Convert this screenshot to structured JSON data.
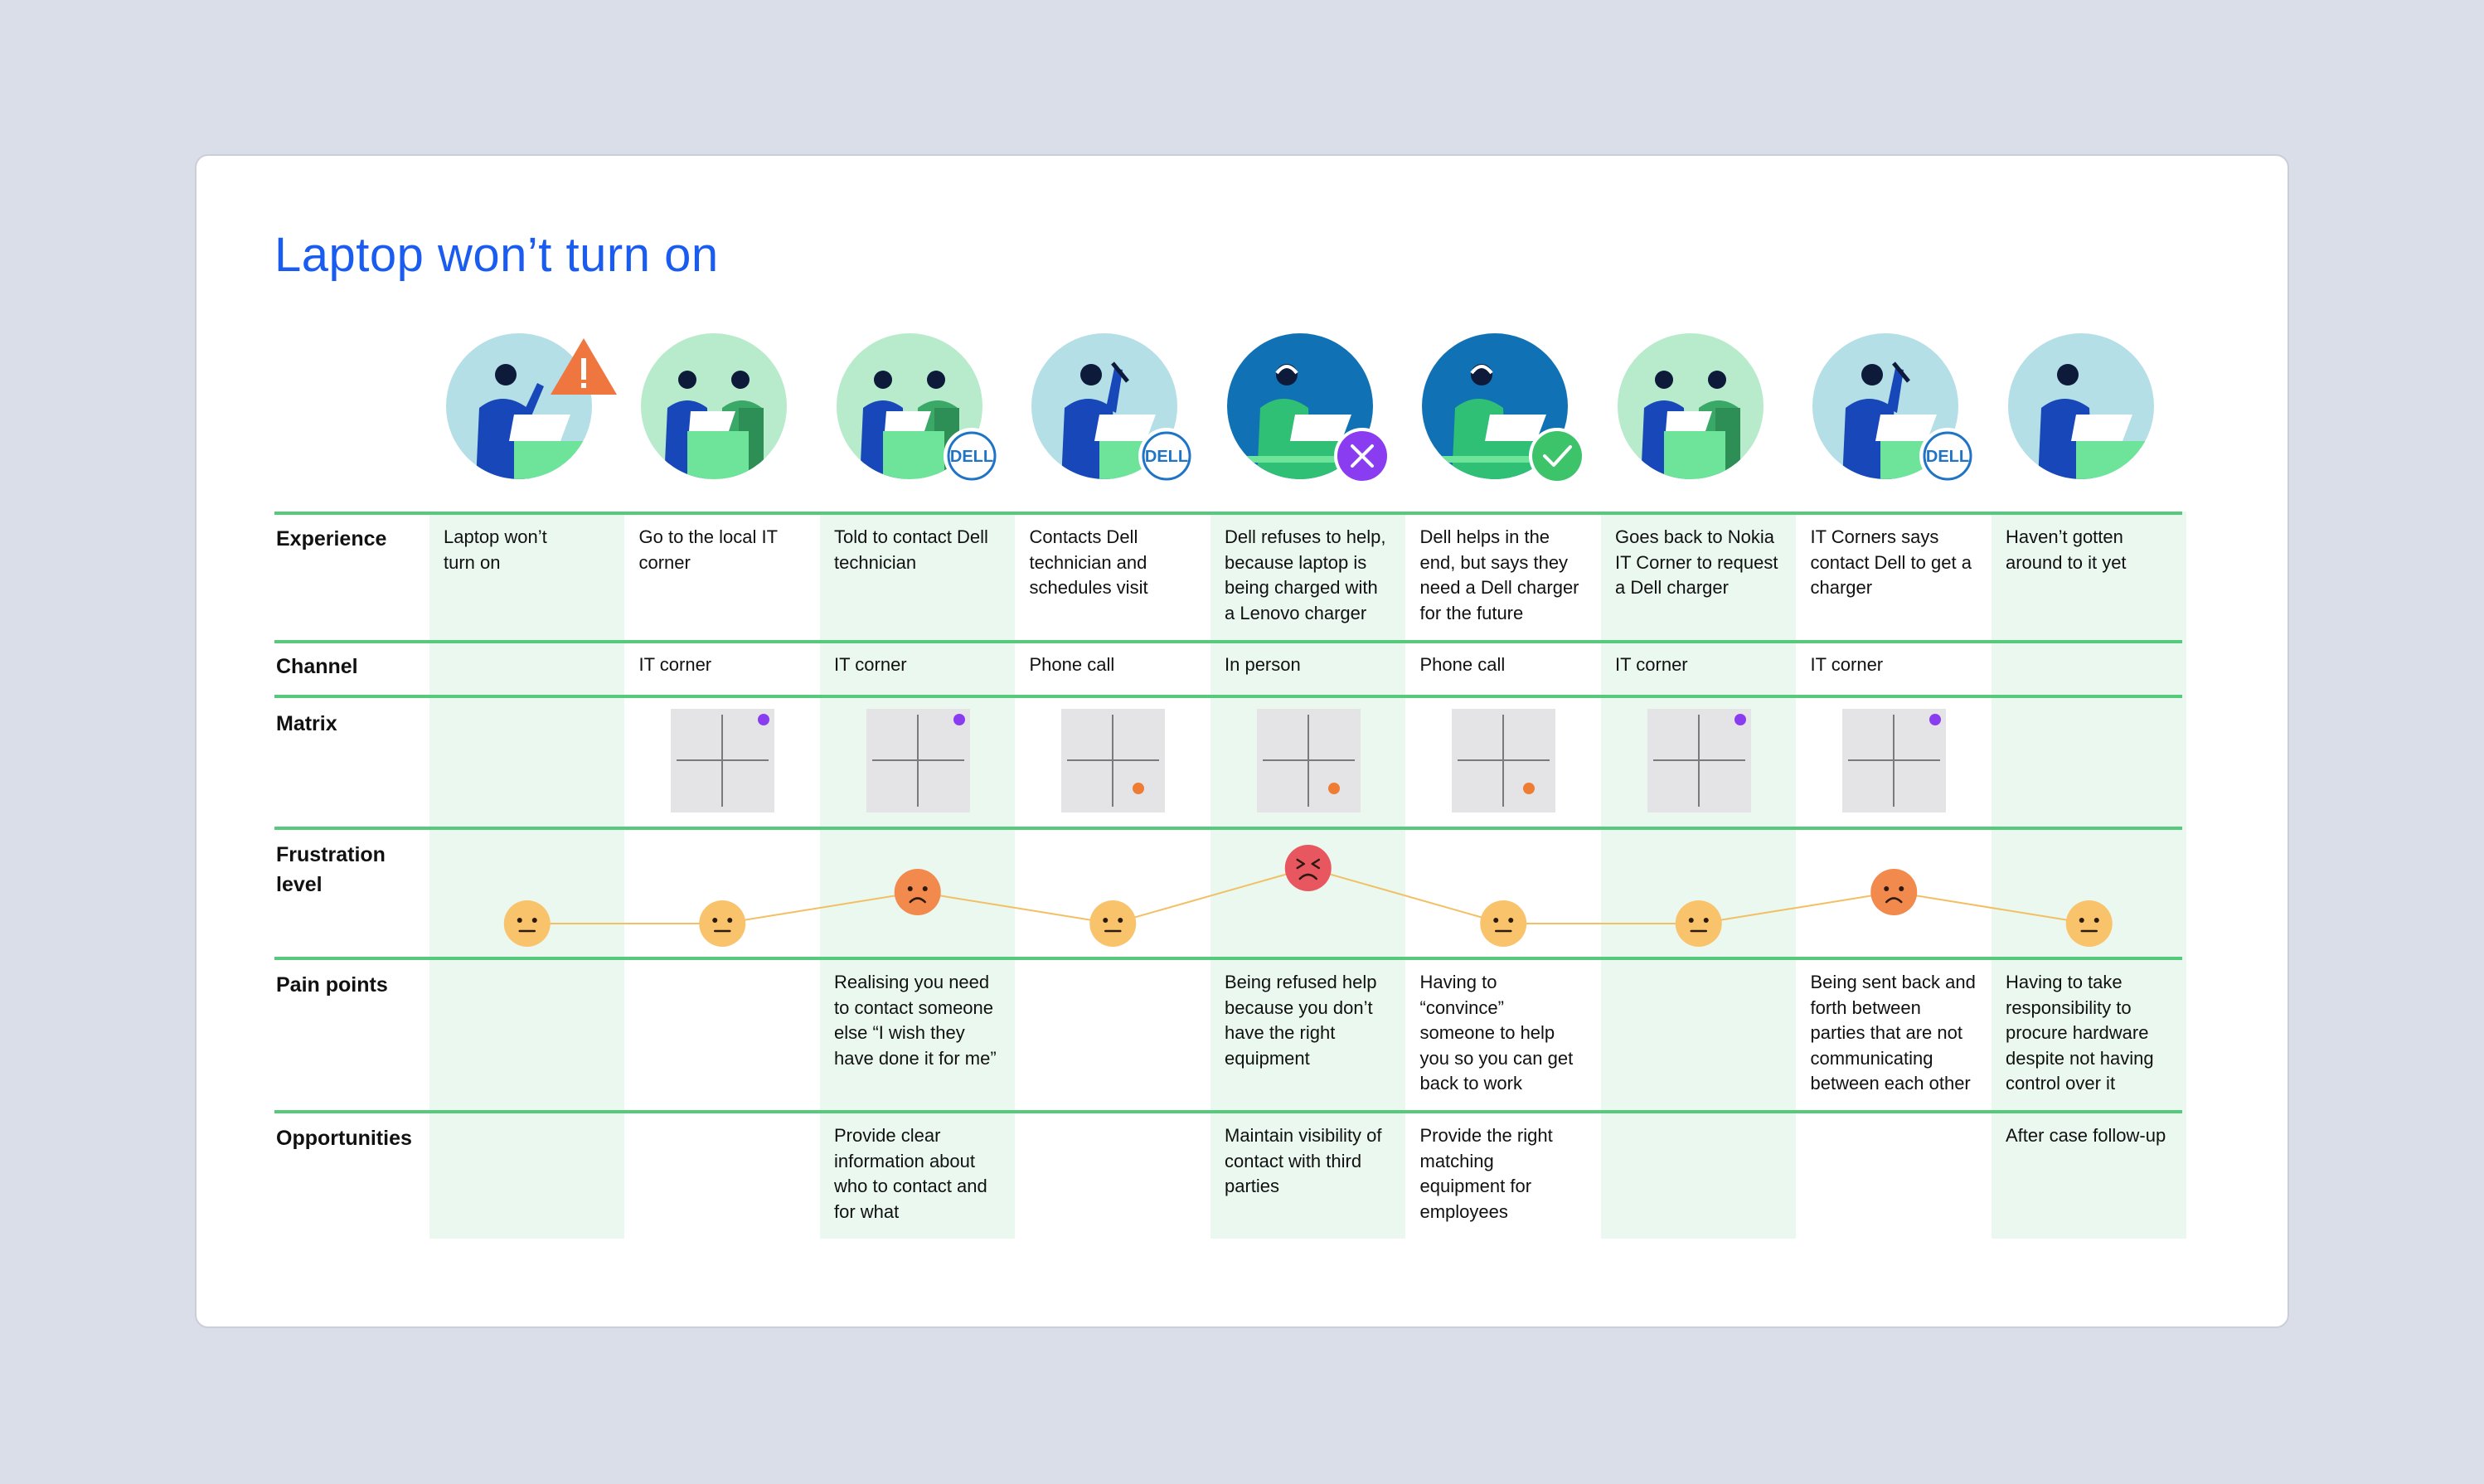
{
  "title": "Laptop won’t turn on",
  "row_labels": {
    "experience": "Experience",
    "channel": "Channel",
    "matrix": "Matrix",
    "frustration_line1": "Frustration",
    "frustration_line2": "level",
    "pain_points": "Pain points",
    "opportunities": "Opportunities"
  },
  "badge_text": "DELL",
  "colors": {
    "title": "#1a5cf0",
    "band": "#eaf8ef",
    "divider": "#57c97c",
    "face_neutral": "#f9c36b",
    "face_unhappy": "#f28a4d",
    "face_angry": "#e8565f",
    "line": "#f2bf63",
    "dot_purple": "#8a3cf0",
    "dot_orange": "#ef7c33",
    "warning": "#f0763f",
    "reject": "#8a3cf0",
    "accept": "#3dc46b"
  },
  "steps": [
    {
      "experience": [
        "Laptop won’t",
        "turn on"
      ],
      "channel": "",
      "matrix": null,
      "frustration": 1,
      "face": "neutral",
      "pain_points": [],
      "opportunities": [],
      "persona": {
        "people": 1,
        "bg": "light-blue",
        "badge": "warning-icon",
        "gesture": "raised-hand"
      }
    },
    {
      "experience": [
        "Go to the local IT",
        "corner"
      ],
      "channel": "IT corner",
      "matrix": {
        "dot": "top-right",
        "color": "purple"
      },
      "frustration": 1,
      "face": "neutral",
      "pain_points": [],
      "opportunities": [],
      "persona": {
        "people": 2,
        "bg": "light-green",
        "badge": "none"
      }
    },
    {
      "experience": [
        "Told to contact Dell",
        "technician"
      ],
      "channel": "IT corner",
      "matrix": {
        "dot": "top-right",
        "color": "purple"
      },
      "frustration": 2,
      "face": "unhappy",
      "pain_points": [
        "Realising you need",
        "to contact someone",
        "else “I wish they",
        "have done it for me”"
      ],
      "opportunities": [
        "Provide clear",
        "information about",
        "who to contact and",
        "for what"
      ],
      "persona": {
        "people": 2,
        "bg": "light-green",
        "badge": "dell-badge"
      }
    },
    {
      "experience": [
        "Contacts Dell",
        "technician and",
        "schedules visit"
      ],
      "channel": "Phone call",
      "matrix": {
        "dot": "bottom-right",
        "color": "orange"
      },
      "frustration": 1,
      "face": "neutral",
      "pain_points": [],
      "opportunities": [],
      "persona": {
        "people": 1,
        "bg": "light-blue",
        "badge": "dell-badge",
        "gesture": "phone"
      }
    },
    {
      "experience": [
        "Dell refuses to help,",
        "because laptop is",
        "being charged with",
        "a Lenovo charger"
      ],
      "channel": "In person",
      "matrix": {
        "dot": "bottom-right",
        "color": "orange"
      },
      "frustration": 3,
      "face": "angry",
      "pain_points": [
        "Being refused help",
        "because you don’t",
        "have the right",
        "equipment"
      ],
      "opportunities": [
        "Maintain visibility of",
        "contact with third",
        "parties"
      ],
      "persona": {
        "people": 1,
        "bg": "dark-blue",
        "badge": "reject-icon",
        "gesture": "technician"
      }
    },
    {
      "experience": [
        "Dell helps in the",
        "end, but says they",
        "need a Dell charger",
        "for the future"
      ],
      "channel": "Phone call",
      "matrix": {
        "dot": "bottom-right",
        "color": "orange"
      },
      "frustration": 1,
      "face": "neutral",
      "pain_points": [
        "Having to",
        "“convince”",
        "someone to help",
        "you so you can get",
        "back to work"
      ],
      "opportunities": [
        "Provide the right",
        "matching",
        "equipment for",
        "employees"
      ],
      "persona": {
        "people": 1,
        "bg": "dark-blue",
        "badge": "accept-icon",
        "gesture": "technician"
      }
    },
    {
      "experience": [
        "Goes back to Nokia",
        "IT Corner to request",
        "a Dell charger"
      ],
      "channel": "IT corner",
      "matrix": {
        "dot": "top-right",
        "color": "purple"
      },
      "frustration": 1,
      "face": "neutral",
      "pain_points": [],
      "opportunities": [],
      "persona": {
        "people": 2,
        "bg": "light-green",
        "badge": "none"
      }
    },
    {
      "experience": [
        "IT Corners says",
        "contact Dell to get a",
        "charger"
      ],
      "channel": "IT corner",
      "matrix": {
        "dot": "top-right",
        "color": "purple"
      },
      "frustration": 2,
      "face": "unhappy",
      "pain_points": [
        "Being sent back and",
        "forth between",
        "parties that are not",
        "communicating",
        "between each other"
      ],
      "opportunities": [],
      "persona": {
        "people": 1,
        "bg": "light-blue",
        "badge": "dell-badge",
        "gesture": "phone"
      }
    },
    {
      "experience": [
        "Haven’t gotten",
        "around to it yet"
      ],
      "channel": "",
      "matrix": null,
      "frustration": 1,
      "face": "neutral",
      "pain_points": [
        "Having to take",
        "responsibility to",
        "procure hardware",
        "despite not having",
        "control over it"
      ],
      "opportunities": [
        "After case follow-up"
      ],
      "persona": {
        "people": 1,
        "bg": "light-blue",
        "badge": "none"
      }
    }
  ]
}
